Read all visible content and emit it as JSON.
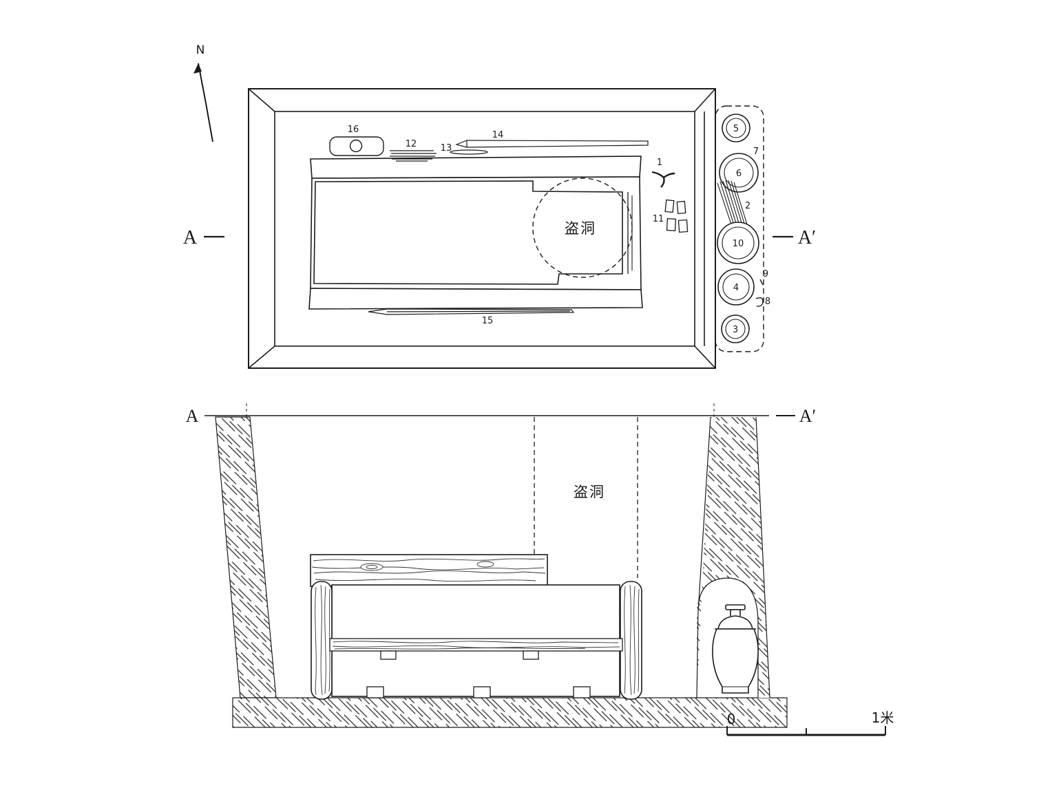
{
  "figure": {
    "ink_color": "#1a1a1a",
    "background": "#ffffff"
  },
  "compass": {
    "label": "N"
  },
  "plan": {
    "section_label_left": "A",
    "section_label_right": "A′",
    "robber_hole_label": "盗洞",
    "find_labels": {
      "1": "1",
      "2": "2",
      "3": "3",
      "4": "4",
      "5": "5",
      "6": "6",
      "7": "7",
      "8": "8",
      "9": "9",
      "10": "10",
      "11": "11",
      "12": "12",
      "13": "13",
      "14": "14",
      "15": "15",
      "16": "16"
    }
  },
  "section": {
    "section_label_left": "A",
    "section_label_right": "A′",
    "robber_hole_label": "盗洞"
  },
  "scale_bar": {
    "start_label": "0",
    "end_label": "1米"
  }
}
